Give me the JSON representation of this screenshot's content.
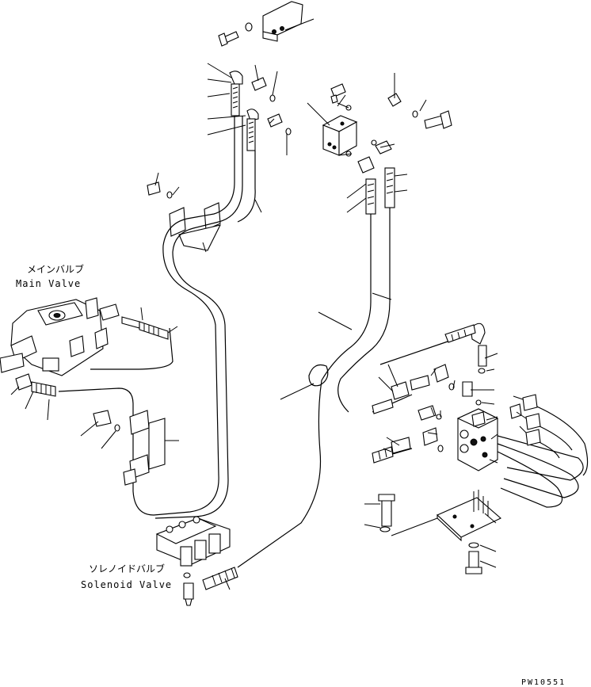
{
  "labels": {
    "main_valve_jp": "メインバルブ",
    "main_valve_en": "Main Valve",
    "solenoid_valve_jp": "ソレノイドバルブ",
    "solenoid_valve_en": "Solenoid Valve",
    "drawing_code": "PW10551"
  }
}
